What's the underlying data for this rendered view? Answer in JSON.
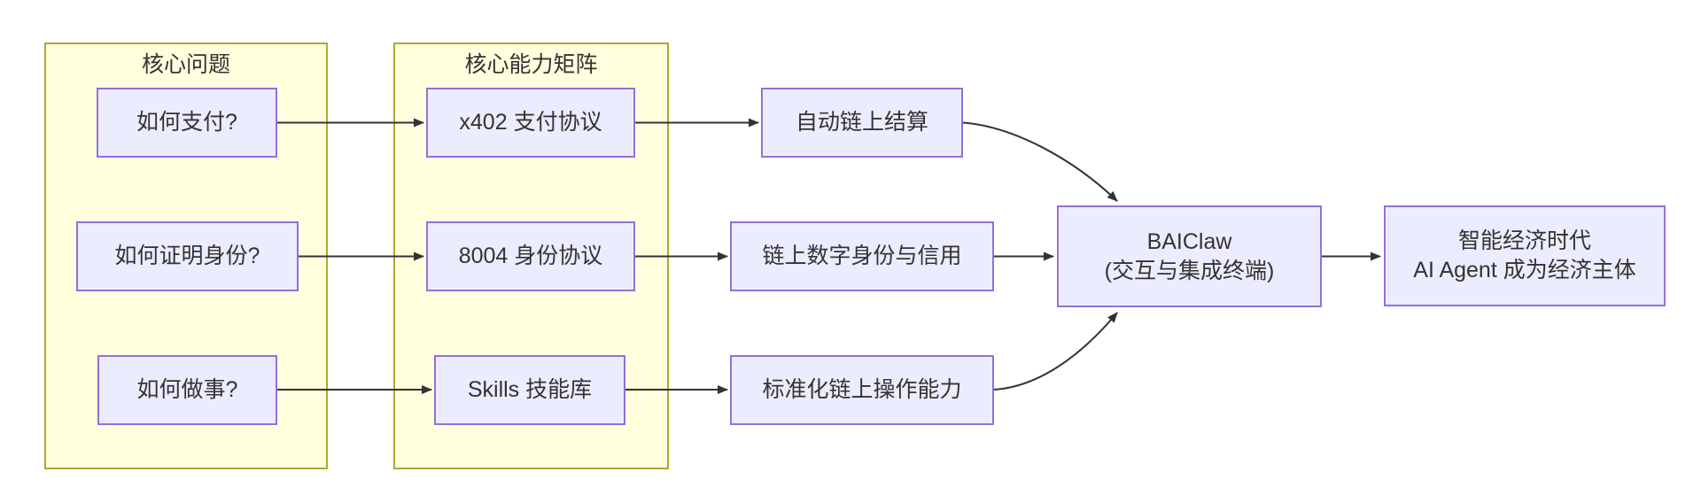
{
  "colors": {
    "cluster_fill": "#ffffde",
    "cluster_border": "#aaaa33",
    "node_fill": "#ececff",
    "node_border": "#9370db",
    "edge": "#333333",
    "text": "#333333"
  },
  "clusters": {
    "problems": {
      "title": "核心问题"
    },
    "capabilities": {
      "title": "核心能力矩阵"
    }
  },
  "nodes": {
    "how_to_pay": {
      "label": "如何支付?"
    },
    "how_to_prove_identity": {
      "label": "如何证明身份?"
    },
    "how_to_do_things": {
      "label": "如何做事?"
    },
    "x402_protocol": {
      "label": "x402 支付协议"
    },
    "identity_8004": {
      "label": "8004 身份协议"
    },
    "skills_library": {
      "label": "Skills 技能库"
    },
    "auto_settlement": {
      "label": "自动链上结算"
    },
    "onchain_identity_credit": {
      "label": "链上数字身份与信用"
    },
    "standardized_ops": {
      "label": "标准化链上操作能力"
    },
    "baiclaw": {
      "line1": "BAIClaw",
      "line2": "(交互与集成终端)"
    },
    "agent_economy": {
      "line1": "智能经济时代",
      "line2": "AI Agent 成为经济主体"
    }
  },
  "edges": [
    {
      "from": "如何支付?",
      "to": "x402 支付协议"
    },
    {
      "from": "如何证明身份?",
      "to": "8004 身份协议"
    },
    {
      "from": "如何做事?",
      "to": "Skills 技能库"
    },
    {
      "from": "x402 支付协议",
      "to": "自动链上结算"
    },
    {
      "from": "8004 身份协议",
      "to": "链上数字身份与信用"
    },
    {
      "from": "Skills 技能库",
      "to": "标准化链上操作能力"
    },
    {
      "from": "自动链上结算",
      "to": "BAIClaw (交互与集成终端)"
    },
    {
      "from": "链上数字身份与信用",
      "to": "BAIClaw (交互与集成终端)"
    },
    {
      "from": "标准化链上操作能力",
      "to": "BAIClaw (交互与集成终端)"
    },
    {
      "from": "BAIClaw (交互与集成终端)",
      "to": "智能经济时代 AI Agent 成为经济主体"
    }
  ]
}
